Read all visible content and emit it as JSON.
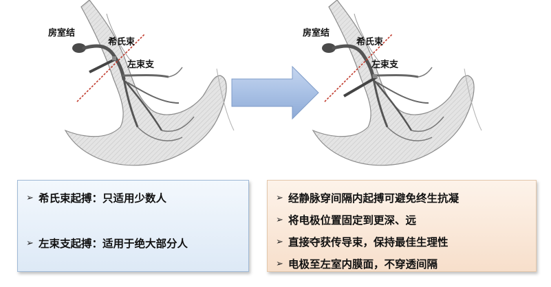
{
  "left_figure": {
    "labels": {
      "av_node": "房室结",
      "his_bundle": "希氏束",
      "left_bundle": "左束支"
    }
  },
  "right_figure": {
    "labels": {
      "av_node": "房室结",
      "his_bundle": "希氏束",
      "left_bundle": "左束支"
    }
  },
  "left_box": {
    "items": [
      {
        "marker": "➢",
        "text": "希氏束起搏：只适用少数人"
      },
      {
        "marker": "➢",
        "text": "左束支起搏：适用于绝大部分人"
      }
    ]
  },
  "right_box": {
    "items": [
      {
        "marker": "➢",
        "text": "经静脉穿间隔内起搏可避免终生抗凝"
      },
      {
        "marker": "➢",
        "text": "将电极位置固定到更深、远"
      },
      {
        "marker": "➢",
        "text": "直接夺获传导束，保持最佳生理性"
      },
      {
        "marker": "➢",
        "text": "电极至左室内膜面，不穿透间隔"
      }
    ]
  },
  "colors": {
    "arrow_fill": "#a9c1e5",
    "left_box_bg": "#e6eef8",
    "right_box_bg": "#fae8da",
    "cut_line": "#c0392b"
  }
}
